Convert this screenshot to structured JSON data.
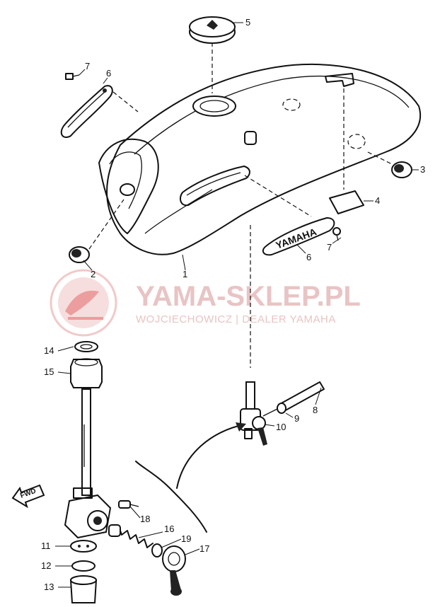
{
  "watermark": {
    "title": "YAMA-SKLEP.PL",
    "subtitle": "WOJCIECHOWICZ | DEALER YAMAHA"
  },
  "emblem_text": "YAMAHA",
  "direction_label": "FWD",
  "part_labels": [
    {
      "id": "p1",
      "text": "1"
    },
    {
      "id": "p2",
      "text": "2"
    },
    {
      "id": "p3",
      "text": "3"
    },
    {
      "id": "p4",
      "text": "4"
    },
    {
      "id": "p5",
      "text": "5"
    },
    {
      "id": "p6a",
      "text": "6"
    },
    {
      "id": "p6b",
      "text": "6"
    },
    {
      "id": "p7a",
      "text": "7"
    },
    {
      "id": "p7b",
      "text": "7"
    },
    {
      "id": "p8",
      "text": "8"
    },
    {
      "id": "p9",
      "text": "9"
    },
    {
      "id": "p10",
      "text": "10"
    },
    {
      "id": "p11",
      "text": "11"
    },
    {
      "id": "p12",
      "text": "12"
    },
    {
      "id": "p13",
      "text": "13"
    },
    {
      "id": "p14",
      "text": "14"
    },
    {
      "id": "p15",
      "text": "15"
    },
    {
      "id": "p16",
      "text": "16"
    },
    {
      "id": "p17",
      "text": "17"
    },
    {
      "id": "p18",
      "text": "18"
    },
    {
      "id": "p19",
      "text": "19"
    }
  ]
}
